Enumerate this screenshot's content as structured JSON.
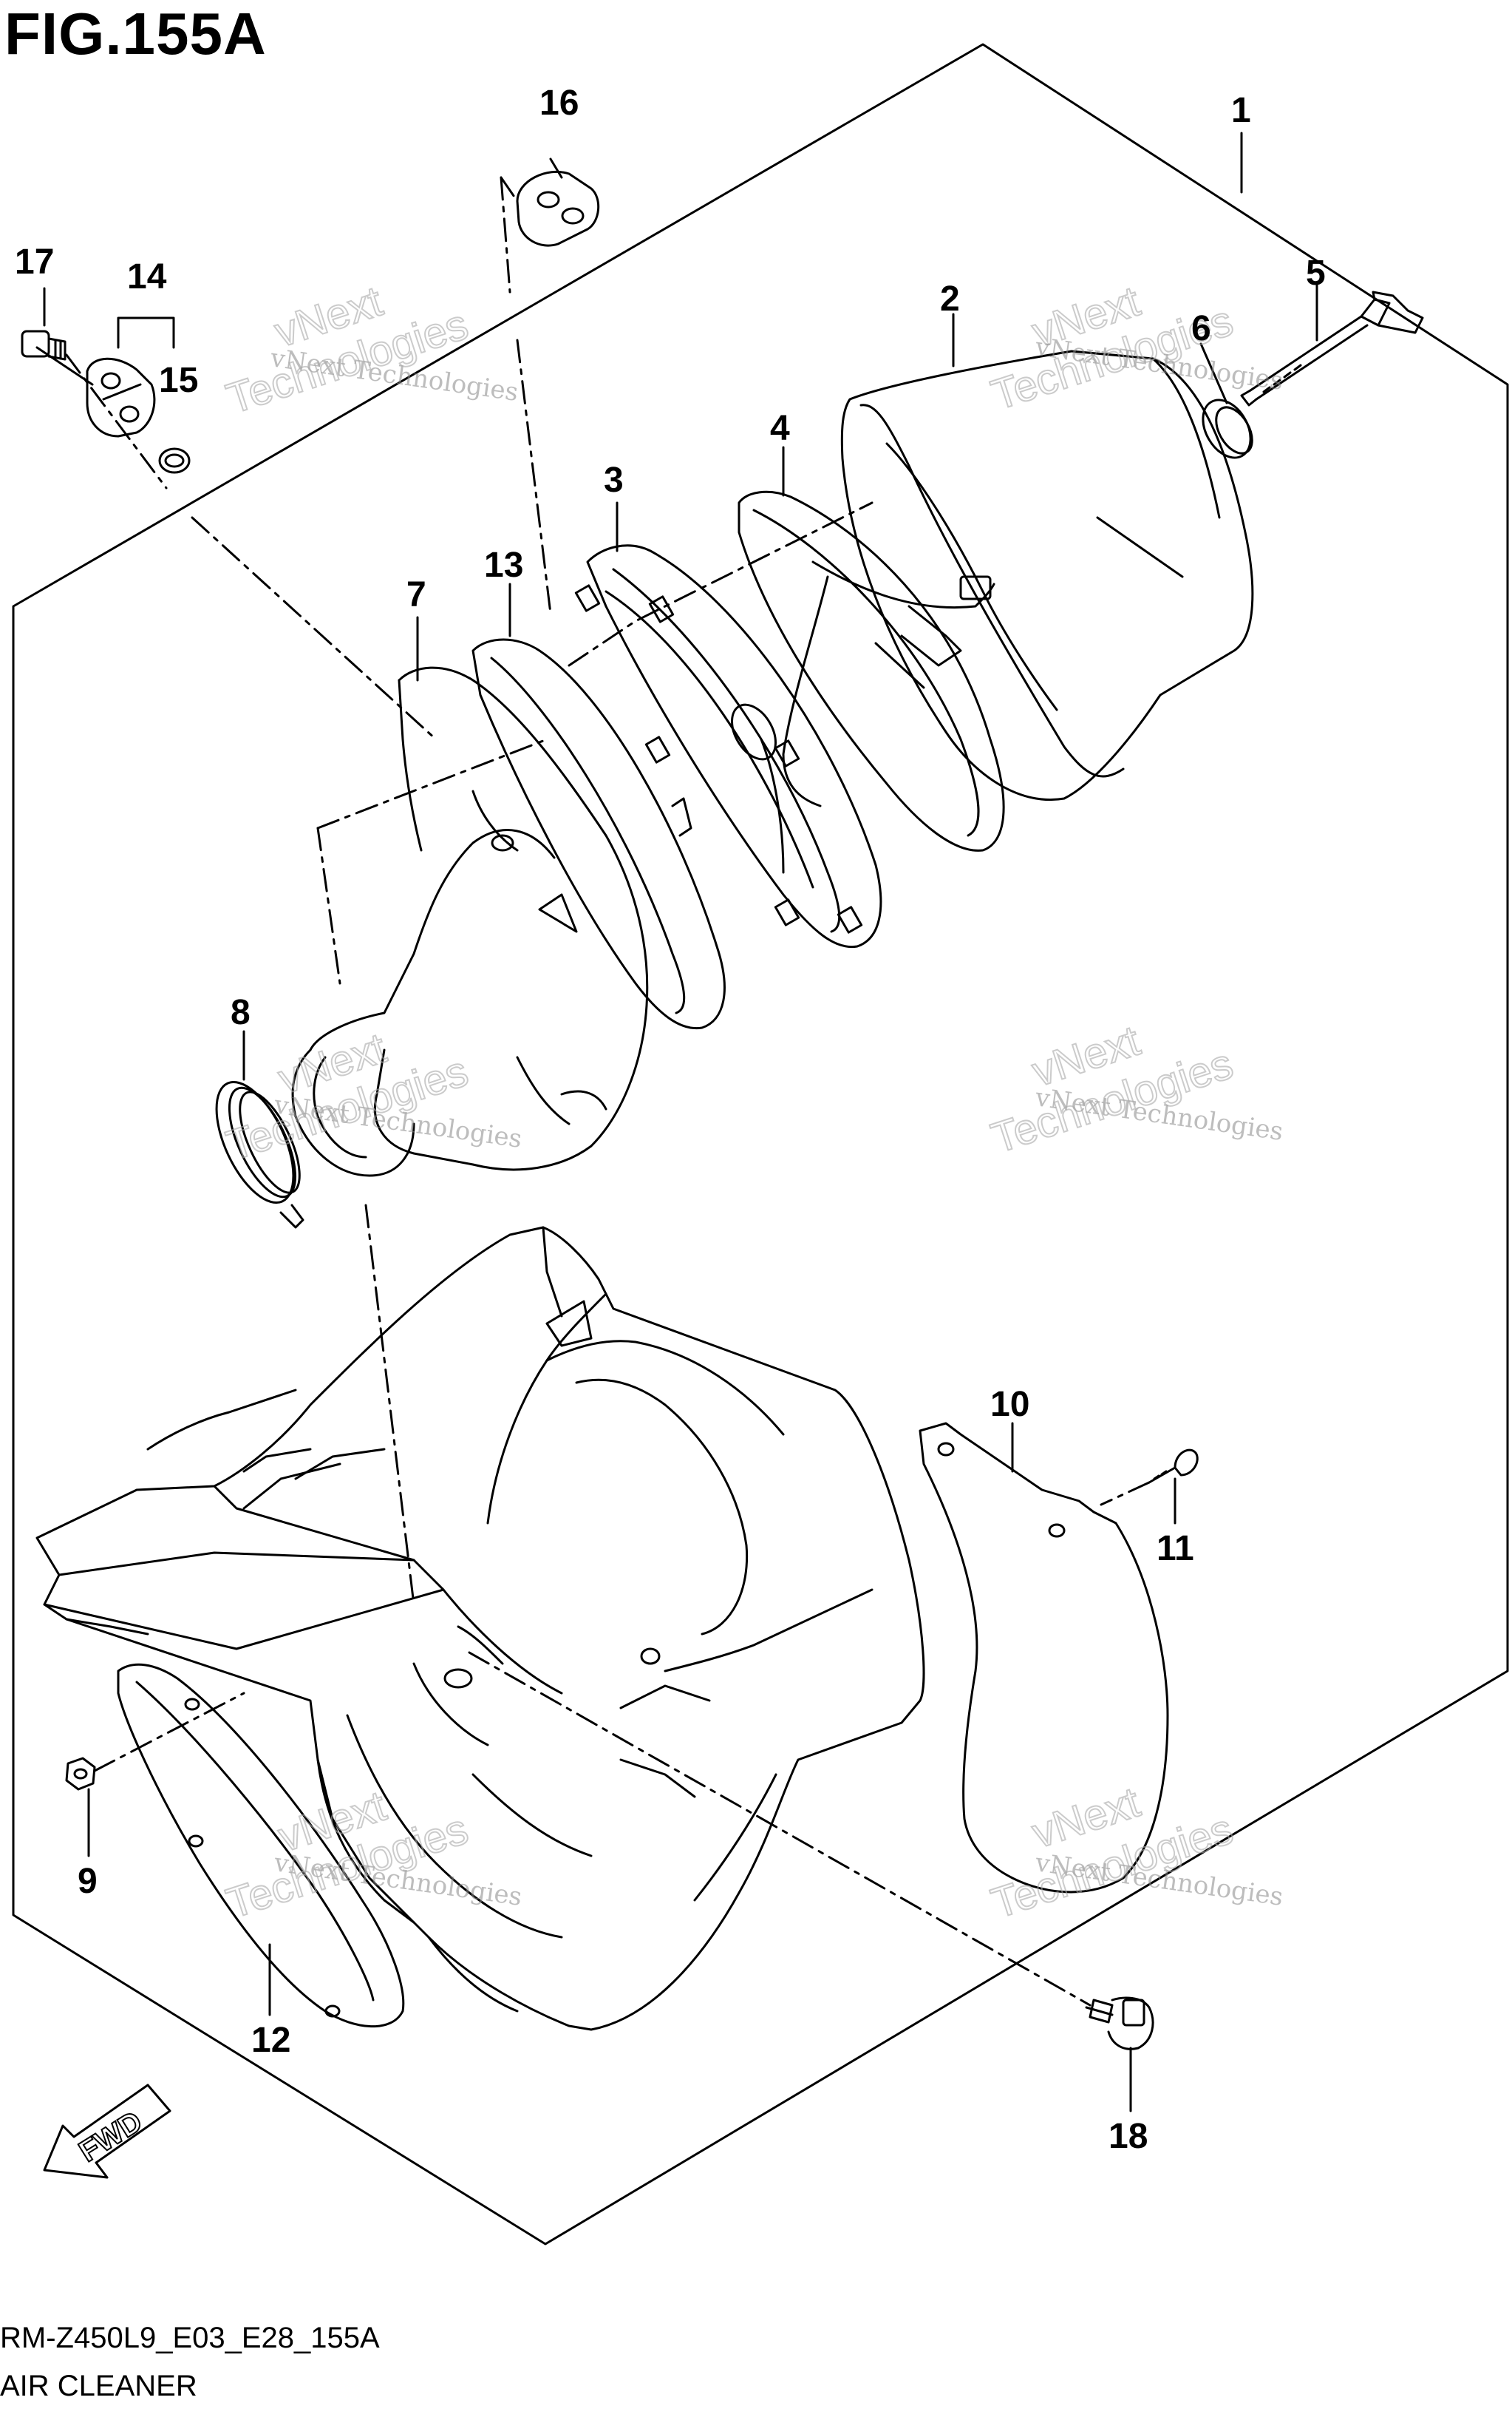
{
  "figure": {
    "title": "FIG.155A",
    "code": "RM-Z450L9_E03_E28_155A",
    "name": "AIR CLEANER"
  },
  "fwd_label": "FWD",
  "watermark": {
    "line1": "vNext Technologies",
    "line2": "vNext",
    "line3": "Technologies"
  },
  "callouts": {
    "c1": "1",
    "c2": "2",
    "c3": "3",
    "c4": "4",
    "c5": "5",
    "c6": "6",
    "c7": "7",
    "c8": "8",
    "c9": "9",
    "c10": "10",
    "c11": "11",
    "c12": "12",
    "c13": "13",
    "c14": "14",
    "c15": "15",
    "c16": "16",
    "c17": "17",
    "c18": "18"
  },
  "colors": {
    "line": "#000000",
    "background": "#ffffff",
    "watermark": "#999999"
  }
}
